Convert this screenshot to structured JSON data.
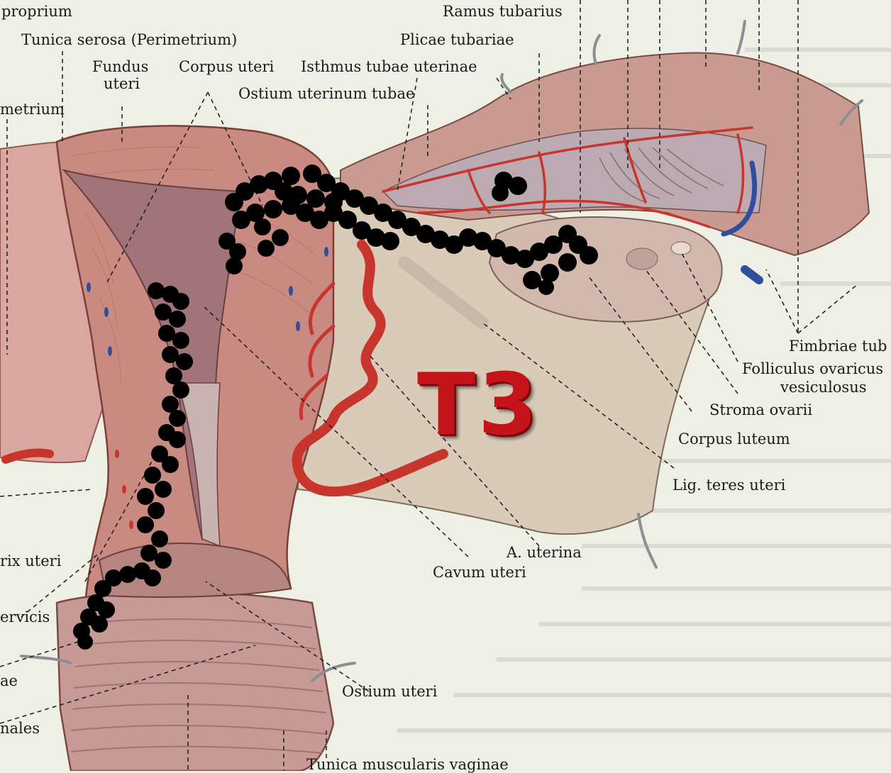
{
  "labels": {
    "proprium": "proprium",
    "tunica_serosa": "Tunica serosa (Perimetrium)",
    "fundus_line1": "Fundus",
    "fundus_line2": "uteri",
    "corpus_uteri": "Corpus uteri",
    "metrium": "metrium",
    "isthmus": "Isthmus tubae uterinae",
    "ostium_uterinum": "Ostium uterinum tubae",
    "ramus_tubarius": "Ramus tubarius",
    "plicae_tubariae": "Plicae tubariae",
    "fimbriae": "Fimbriae tub",
    "folliculus_line1": "Folliculus ovaricus",
    "folliculus_line2": "vesiculosus",
    "stroma": "Stroma ovarii",
    "corpus_luteum": "Corpus luteum",
    "lig_teres": "Lig. teres uteri",
    "a_uterina": "A. uterina",
    "cavum": "Cavum uteri",
    "rix_uteri": "rix uteri",
    "ervicis": "ervicis",
    "ae": "ae",
    "nales": "nales",
    "ostium_uteri": "Ostium uteri",
    "tunica_muscularis": "Tunica muscularis vaginae"
  },
  "overlay_mark": "T3",
  "colors": {
    "background": "#eef0e6",
    "tissue": "#c98a82",
    "tissue_dark": "#9c5e58",
    "artery": "#c8352c",
    "vein": "#2f4f9e",
    "ovary": "#d3b8ae",
    "marker_dots": "#000000",
    "overlay_text": "#c5131a"
  }
}
